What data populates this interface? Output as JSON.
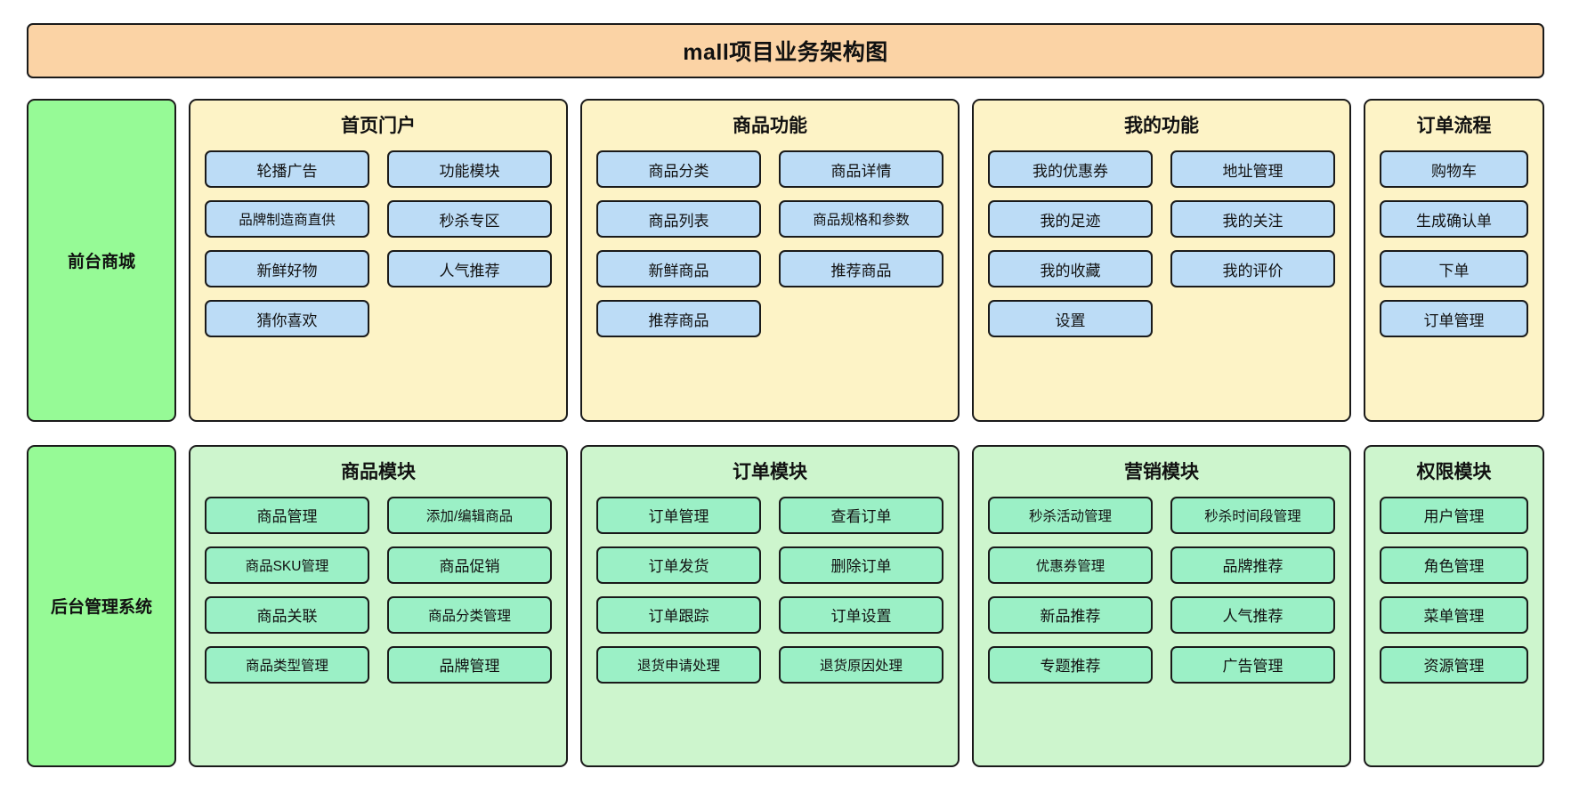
{
  "diagram": {
    "title": "mall项目业务架构图",
    "banner_color": "#fbd3a5",
    "layer_color": "#96fa96",
    "frontend_panel_color": "#fdf3c6",
    "frontend_item_color": "#bcdcf6",
    "backend_panel_color": "#cdf5cd",
    "backend_item_color": "#9bf0c6",
    "border_color": "#1a1a1a"
  },
  "layers": [
    {
      "label": "前台商城",
      "groups": [
        {
          "title": "首页门户",
          "columns": 2,
          "items": [
            "轮播广告",
            "功能模块",
            "品牌制造商直供",
            "秒杀专区",
            "新鲜好物",
            "人气推荐",
            "猜你喜欢"
          ]
        },
        {
          "title": "商品功能",
          "columns": 2,
          "items": [
            "商品分类",
            "商品详情",
            "商品列表",
            "商品规格和参数",
            "新鲜商品",
            "推荐商品",
            "推荐商品"
          ]
        },
        {
          "title": "我的功能",
          "columns": 2,
          "items": [
            "我的优惠券",
            "地址管理",
            "我的足迹",
            "我的关注",
            "我的收藏",
            "我的评价",
            "设置"
          ]
        },
        {
          "title": "订单流程",
          "columns": 1,
          "items": [
            "购物车",
            "生成确认单",
            "下单",
            "订单管理"
          ]
        }
      ]
    },
    {
      "label": "后台管理系统",
      "groups": [
        {
          "title": "商品模块",
          "columns": 2,
          "items": [
            "商品管理",
            "添加/编辑商品",
            "商品SKU管理",
            "商品促销",
            "商品关联",
            "商品分类管理",
            "商品类型管理",
            "品牌管理"
          ]
        },
        {
          "title": "订单模块",
          "columns": 2,
          "items": [
            "订单管理",
            "查看订单",
            "订单发货",
            "删除订单",
            "订单跟踪",
            "订单设置",
            "退货申请处理",
            "退货原因处理"
          ]
        },
        {
          "title": "营销模块",
          "columns": 2,
          "items": [
            "秒杀活动管理",
            "秒杀时间段管理",
            "优惠券管理",
            "品牌推荐",
            "新品推荐",
            "人气推荐",
            "专题推荐",
            "广告管理"
          ]
        },
        {
          "title": "权限模块",
          "columns": 1,
          "items": [
            "用户管理",
            "角色管理",
            "菜单管理",
            "资源管理"
          ]
        }
      ]
    }
  ]
}
